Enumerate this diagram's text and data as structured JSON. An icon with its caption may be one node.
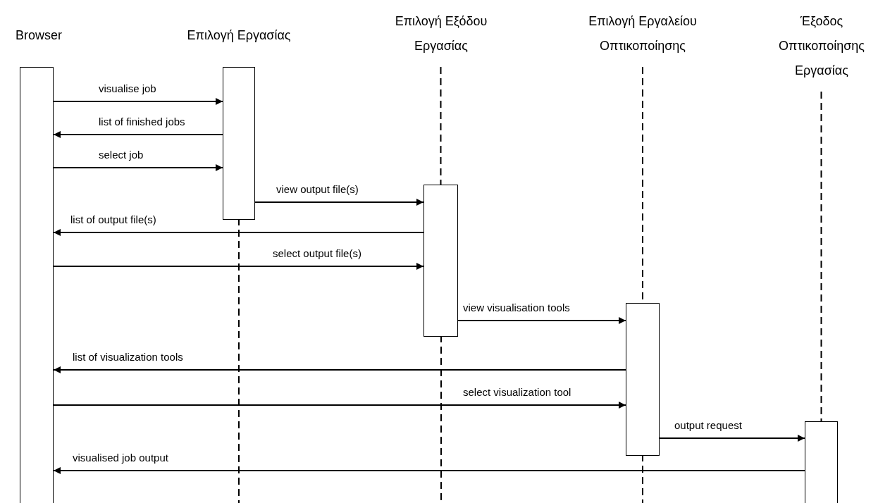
{
  "diagram": {
    "nodes": [
      {
        "text": [
          "Browser"
        ]
      },
      {
        "text": [
          "Επιλογή Εργασίας"
        ]
      },
      {
        "text": [
          "Επιλογή Εξόδου Εργασίας"
        ]
      },
      {
        "text": [
          "Επιλογή Εργαλείου Οπτικοποίησης"
        ]
      },
      {
        "text": [
          "Έξοδος Οπτικοποίησης Εργασίας"
        ]
      },
      {
        "text": [],
        "shape": "box"
      },
      {
        "text": [],
        "shape": "box"
      },
      {
        "text": [],
        "shape": "box"
      },
      {
        "text": [],
        "shape": "box"
      },
      {
        "text": [],
        "shape": "box"
      }
    ],
    "edges": [
      {
        "from": 5,
        "to": 6,
        "arrow": "to",
        "label": "visualise job"
      },
      {
        "from": 6,
        "to": 5,
        "arrow": "to",
        "label": "list of finished jobs"
      },
      {
        "from": 5,
        "to": 6,
        "arrow": "to",
        "label": "select job"
      },
      {
        "from": 6,
        "to": 7,
        "arrow": "to",
        "label": "view output file(s)"
      },
      {
        "from": 7,
        "to": 5,
        "arrow": "to",
        "label": "list of output file(s)"
      },
      {
        "from": 5,
        "to": 7,
        "arrow": "to",
        "label": "select output file(s)"
      },
      {
        "from": 7,
        "to": 8,
        "arrow": "to",
        "label": "view visualisation tools"
      },
      {
        "from": 8,
        "to": 5,
        "arrow": "to",
        "label": "list of visualization tools"
      },
      {
        "from": 5,
        "to": 8,
        "arrow": "to",
        "label": "select visualization tool"
      },
      {
        "from": 8,
        "to": 9,
        "arrow": "to",
        "label": "output request"
      },
      {
        "from": 9,
        "to": 5,
        "arrow": "to",
        "label": "visualised job output"
      },
      {
        "from": 2,
        "to": 7,
        "arrow": "none",
        "style": "dashed"
      },
      {
        "from": 3,
        "to": 8,
        "arrow": "none",
        "style": "dashed"
      },
      {
        "from": 4,
        "to": 9,
        "arrow": "none",
        "style": "dashed"
      }
    ]
  }
}
